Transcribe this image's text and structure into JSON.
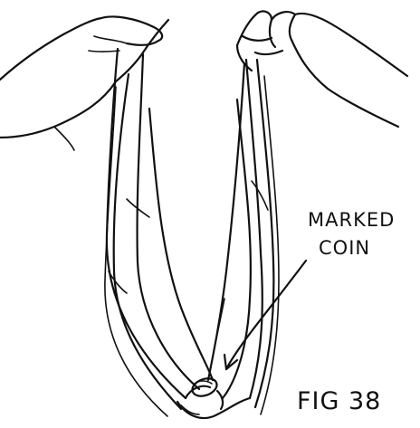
{
  "figure": {
    "callout_label_line1": "MARKED",
    "callout_label_line2": "COIN",
    "caption": "FIG 38"
  },
  "colors": {
    "ink": "#111111",
    "paper": "#ffffff"
  }
}
